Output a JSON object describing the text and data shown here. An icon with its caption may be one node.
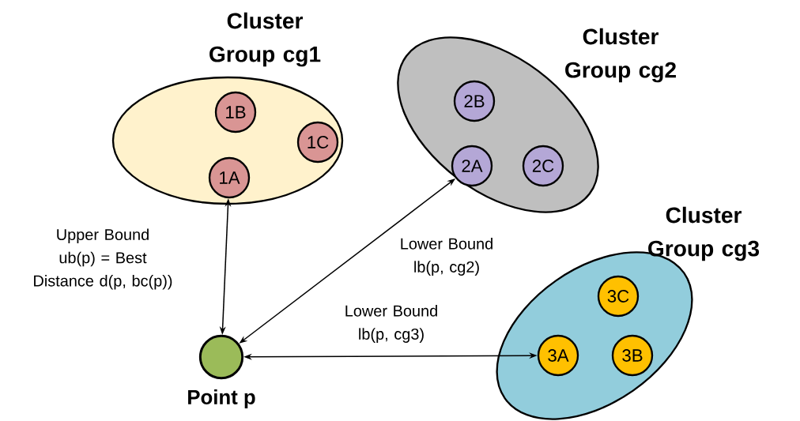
{
  "diagram": {
    "nodes": [
      {
        "text": [
          "Cluster Group cg1"
        ]
      },
      {
        "text": [
          "1B"
        ],
        "in": 0
      },
      {
        "text": [
          "1C"
        ],
        "in": 0
      },
      {
        "text": [
          "1A"
        ],
        "in": 0
      },
      {
        "text": [
          "Cluster Group cg2"
        ]
      },
      {
        "text": [
          "2B"
        ],
        "in": 4
      },
      {
        "text": [
          "2A"
        ],
        "in": 4
      },
      {
        "text": [
          "2C"
        ],
        "in": 4
      },
      {
        "text": [
          "Cluster Group cg3"
        ]
      },
      {
        "text": [
          "3C"
        ],
        "in": 8
      },
      {
        "text": [
          "3A"
        ],
        "in": 8
      },
      {
        "text": [
          "3B"
        ],
        "in": 8
      },
      {
        "text": [
          "Point p"
        ]
      }
    ],
    "edges": [
      {
        "from": 12,
        "to": 3,
        "arrow": "both",
        "label": "Upper Bound ub(p) = Best Distance d(p, bc(p))"
      },
      {
        "from": 12,
        "to": 6,
        "arrow": "both",
        "label": "Lower Bound lb(p, cg2)"
      },
      {
        "from": 12,
        "to": 10,
        "arrow": "both",
        "label": "Lower Bound lb(p, cg3)"
      }
    ]
  }
}
